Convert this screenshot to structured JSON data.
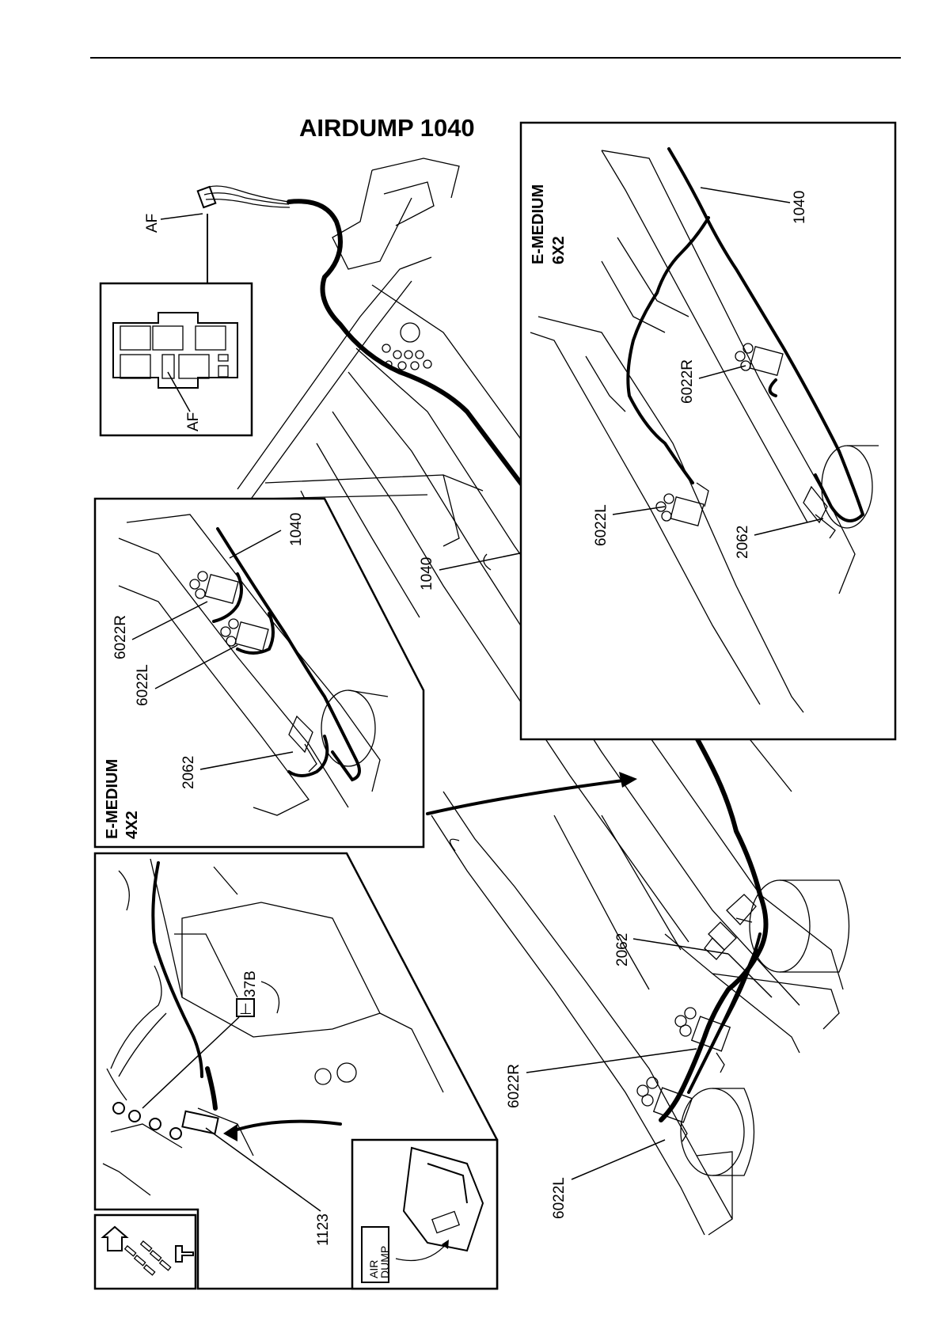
{
  "title": "AIRDUMP  1040",
  "insets": {
    "fusebox": {
      "label_af_top": "AF",
      "label_af_box": "AF"
    },
    "emedium_6x2": {
      "line1": "E-MEDIUM",
      "line2": "6X2",
      "label_1040": "1040",
      "label_6022r": "6022R",
      "label_6022l": "6022L",
      "label_2062": "2062"
    },
    "emedium_4x2": {
      "line1": "E-MEDIUM",
      "line2": "4X2",
      "label_1040": "1040",
      "label_6022r": "6022R",
      "label_6022l": "6022L",
      "label_2062": "2062"
    },
    "dashboard": {
      "label_37b": "37B",
      "label_1123": "1123",
      "connector_symbol": "⊥"
    },
    "switch": {
      "line1": "AIR",
      "line2": "DUMP"
    }
  },
  "main": {
    "label_1040": "1040",
    "label_2062": "2062",
    "label_6022r": "6022R",
    "label_6022l": "6022L"
  },
  "icons": {
    "orientation": "truck-direction-icon"
  }
}
